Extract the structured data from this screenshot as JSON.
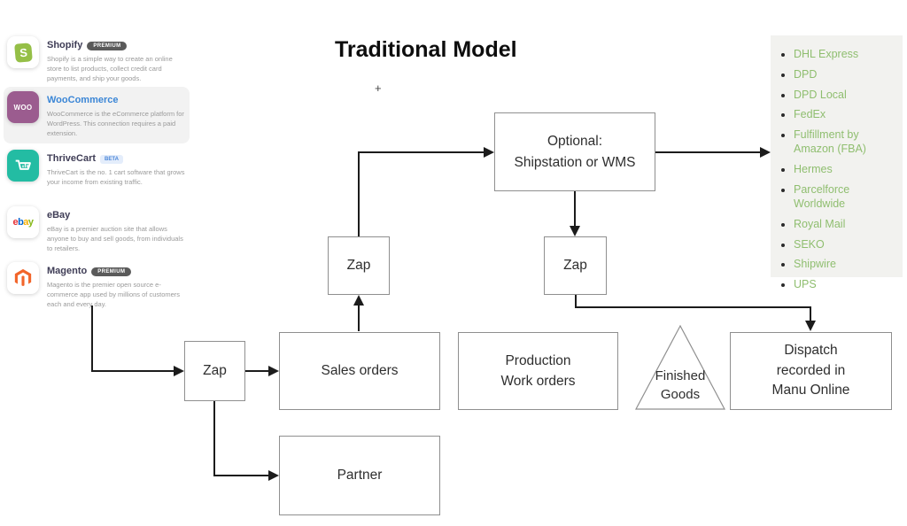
{
  "sidebar": {
    "items": [
      {
        "title": "Shopify",
        "badge": "PREMIUM",
        "icon": "shopify-bag-icon",
        "icon_text": "S",
        "desc": "Shopify is a simple way to create an online store to list products, collect credit card payments, and ship your goods."
      },
      {
        "title": "WooCommerce",
        "badge": "",
        "icon": "woocommerce-icon",
        "icon_text": "WOO",
        "selected": true,
        "desc": "WooCommerce is the eCommerce platform for WordPress. This connection requires a paid extension."
      },
      {
        "title": "ThriveCart",
        "badge": "BETA",
        "icon": "thrivecart-cart-icon",
        "desc": "ThriveCart is the no. 1 cart software that grows your income from existing traffic."
      },
      {
        "title": "eBay",
        "badge": "",
        "icon": "ebay-logo-icon",
        "icon_letters": [
          "e",
          "b",
          "a",
          "y"
        ],
        "desc": "eBay is a premier auction site that allows anyone to buy and sell goods, from individuals to retailers."
      },
      {
        "title": "Magento",
        "badge": "PREMIUM",
        "icon": "magento-icon",
        "desc": "Magento is the premier open source e-commerce app used by millions of customers each and every day."
      }
    ]
  },
  "diagram": {
    "title": "Traditional Model",
    "nodes": {
      "optional": "Optional:\nShipstation or WMS",
      "zap": "Zap",
      "sales_orders": "Sales orders",
      "production": "Production\nWork orders",
      "finished_goods": "Finished\nGoods",
      "dispatch": "Dispatch\nrecorded in\nManu Online",
      "partner": "Partner"
    }
  },
  "carriers": {
    "items": [
      "DHL Express",
      "DPD",
      "DPD Local",
      "FedEx",
      "Fulfillment by Amazon (FBA)",
      "Hermes",
      "Parcelforce Worldwide",
      "Royal Mail",
      "SEKO",
      "Shipwire",
      "UPS"
    ]
  },
  "ui": {
    "cursor_glyph": "+"
  },
  "colors": {
    "carrier_link": "#8fbe6f",
    "panel_bg": "#f2f2ef",
    "woocommerce_link": "#3b86d6",
    "shopify_green": "#95BF47",
    "woo_purple": "#9B5C8F",
    "thrivecart_teal": "#23BCA3",
    "magento_orange": "#f2652a",
    "ebay_letter_colors": [
      "#e53238",
      "#0064d2",
      "#f5af02",
      "#86b817"
    ],
    "premium_badge_bg": "#5a5a5a",
    "beta_badge_bg": "#e4edfb",
    "arrow_black": "#1c1c1c"
  }
}
